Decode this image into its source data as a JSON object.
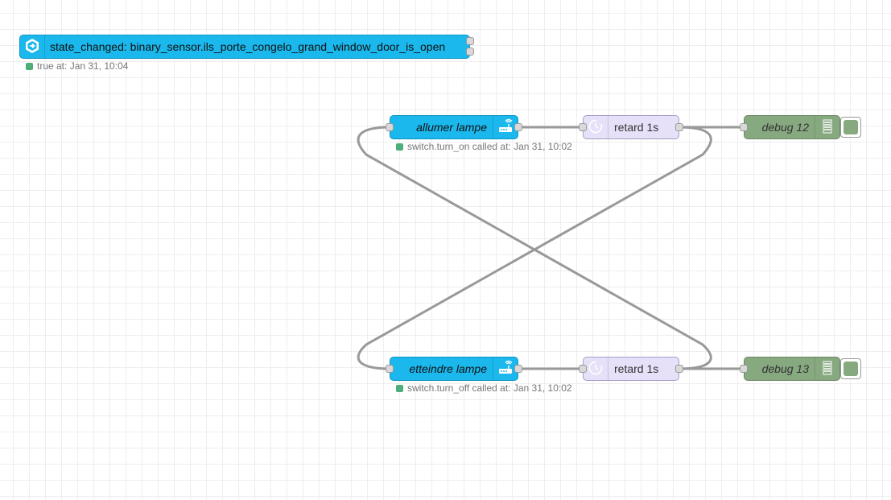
{
  "colors": {
    "ha_node": "#1ab8ed",
    "delay_node": "#e6e0f8",
    "debug_node": "#87a980",
    "status_green": "#4eae7a",
    "wire": "#999999"
  },
  "nodes": {
    "event_state": {
      "label": "state_changed: binary_sensor.ils_porte_congelo_grand_window_door_is_open",
      "status": "true at: Jan 31, 10:04",
      "icon": "arrow-right-hex-icon"
    },
    "allumer": {
      "label": "allumer lampe",
      "status": "switch.turn_on called at: Jan 31, 10:02",
      "icon": "router-icon"
    },
    "etteindre": {
      "label": "etteindre lampe",
      "status": "switch.turn_off called at: Jan 31, 10:02",
      "icon": "router-icon"
    },
    "retard_top": {
      "label": "retard 1s",
      "icon": "timer-icon"
    },
    "retard_bottom": {
      "label": "retard 1s",
      "icon": "timer-icon"
    },
    "debug12": {
      "label": "debug 12",
      "icon": "list-icon"
    },
    "debug13": {
      "label": "debug 13",
      "icon": "list-icon"
    }
  }
}
